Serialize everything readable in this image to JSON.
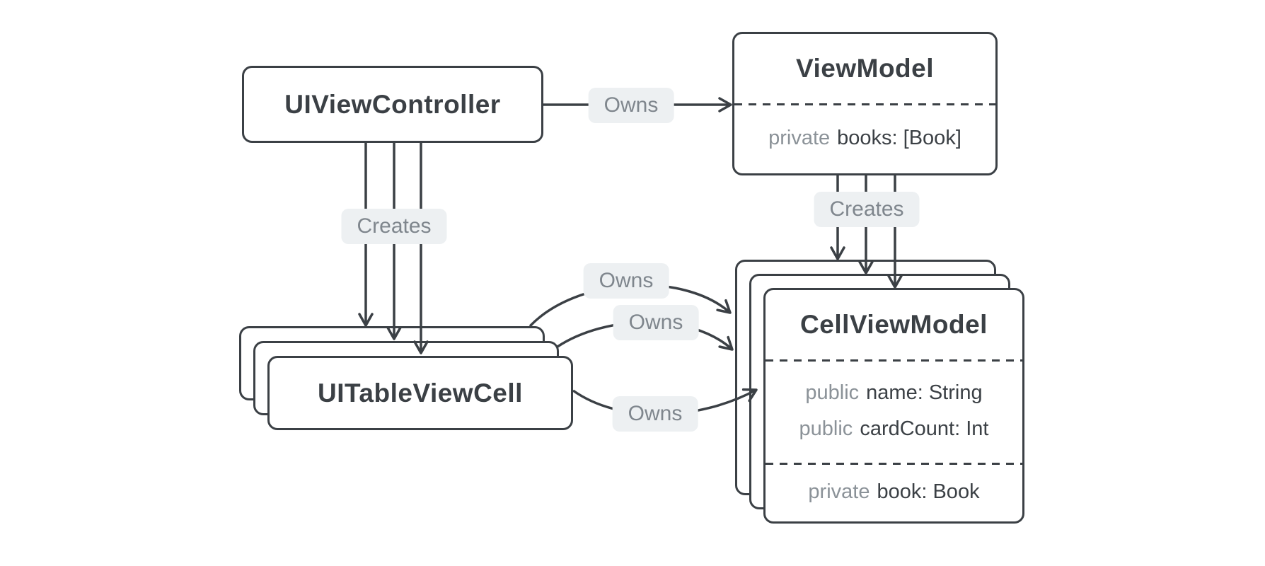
{
  "diagram": {
    "type": "class-relationship-diagram",
    "nodes": {
      "uiviewcontroller": {
        "title": "UIViewController"
      },
      "viewmodel": {
        "title": "ViewModel",
        "properties": [
          {
            "keyword": "private",
            "text": "books: [Book]"
          }
        ]
      },
      "uitableviewcell": {
        "title": "UITableViewCell",
        "stacked": true
      },
      "cellviewmodel": {
        "title": "CellViewModel",
        "stacked": true,
        "properties_public": [
          {
            "keyword": "public",
            "text": "name: String"
          },
          {
            "keyword": "public",
            "text": "cardCount: Int"
          }
        ],
        "properties_private": [
          {
            "keyword": "private",
            "text": "book: Book"
          }
        ]
      }
    },
    "edges": {
      "uivc_owns_viewmodel": {
        "from": "UIViewController",
        "to": "ViewModel",
        "label": "Owns"
      },
      "uivc_creates_cells": {
        "from": "UIViewController",
        "to": "UITableViewCell",
        "label": "Creates",
        "arrow_count": 3
      },
      "viewmodel_creates_cellviewmodels": {
        "from": "ViewModel",
        "to": "CellViewModel",
        "label": "Creates",
        "arrow_count": 3
      },
      "cell_owns_1": {
        "from": "UITableViewCell",
        "to": "CellViewModel",
        "label": "Owns"
      },
      "cell_owns_2": {
        "from": "UITableViewCell",
        "to": "CellViewModel",
        "label": "Owns"
      },
      "cell_owns_3": {
        "from": "UITableViewCell",
        "to": "CellViewModel",
        "label": "Owns"
      }
    },
    "colors": {
      "stroke": "#3b4045",
      "node_fill": "#ffffff",
      "keyword_gray": "#8b9298",
      "label_text": "#7f868d",
      "label_bg": "#edf0f2",
      "background": "#ffffff"
    }
  }
}
